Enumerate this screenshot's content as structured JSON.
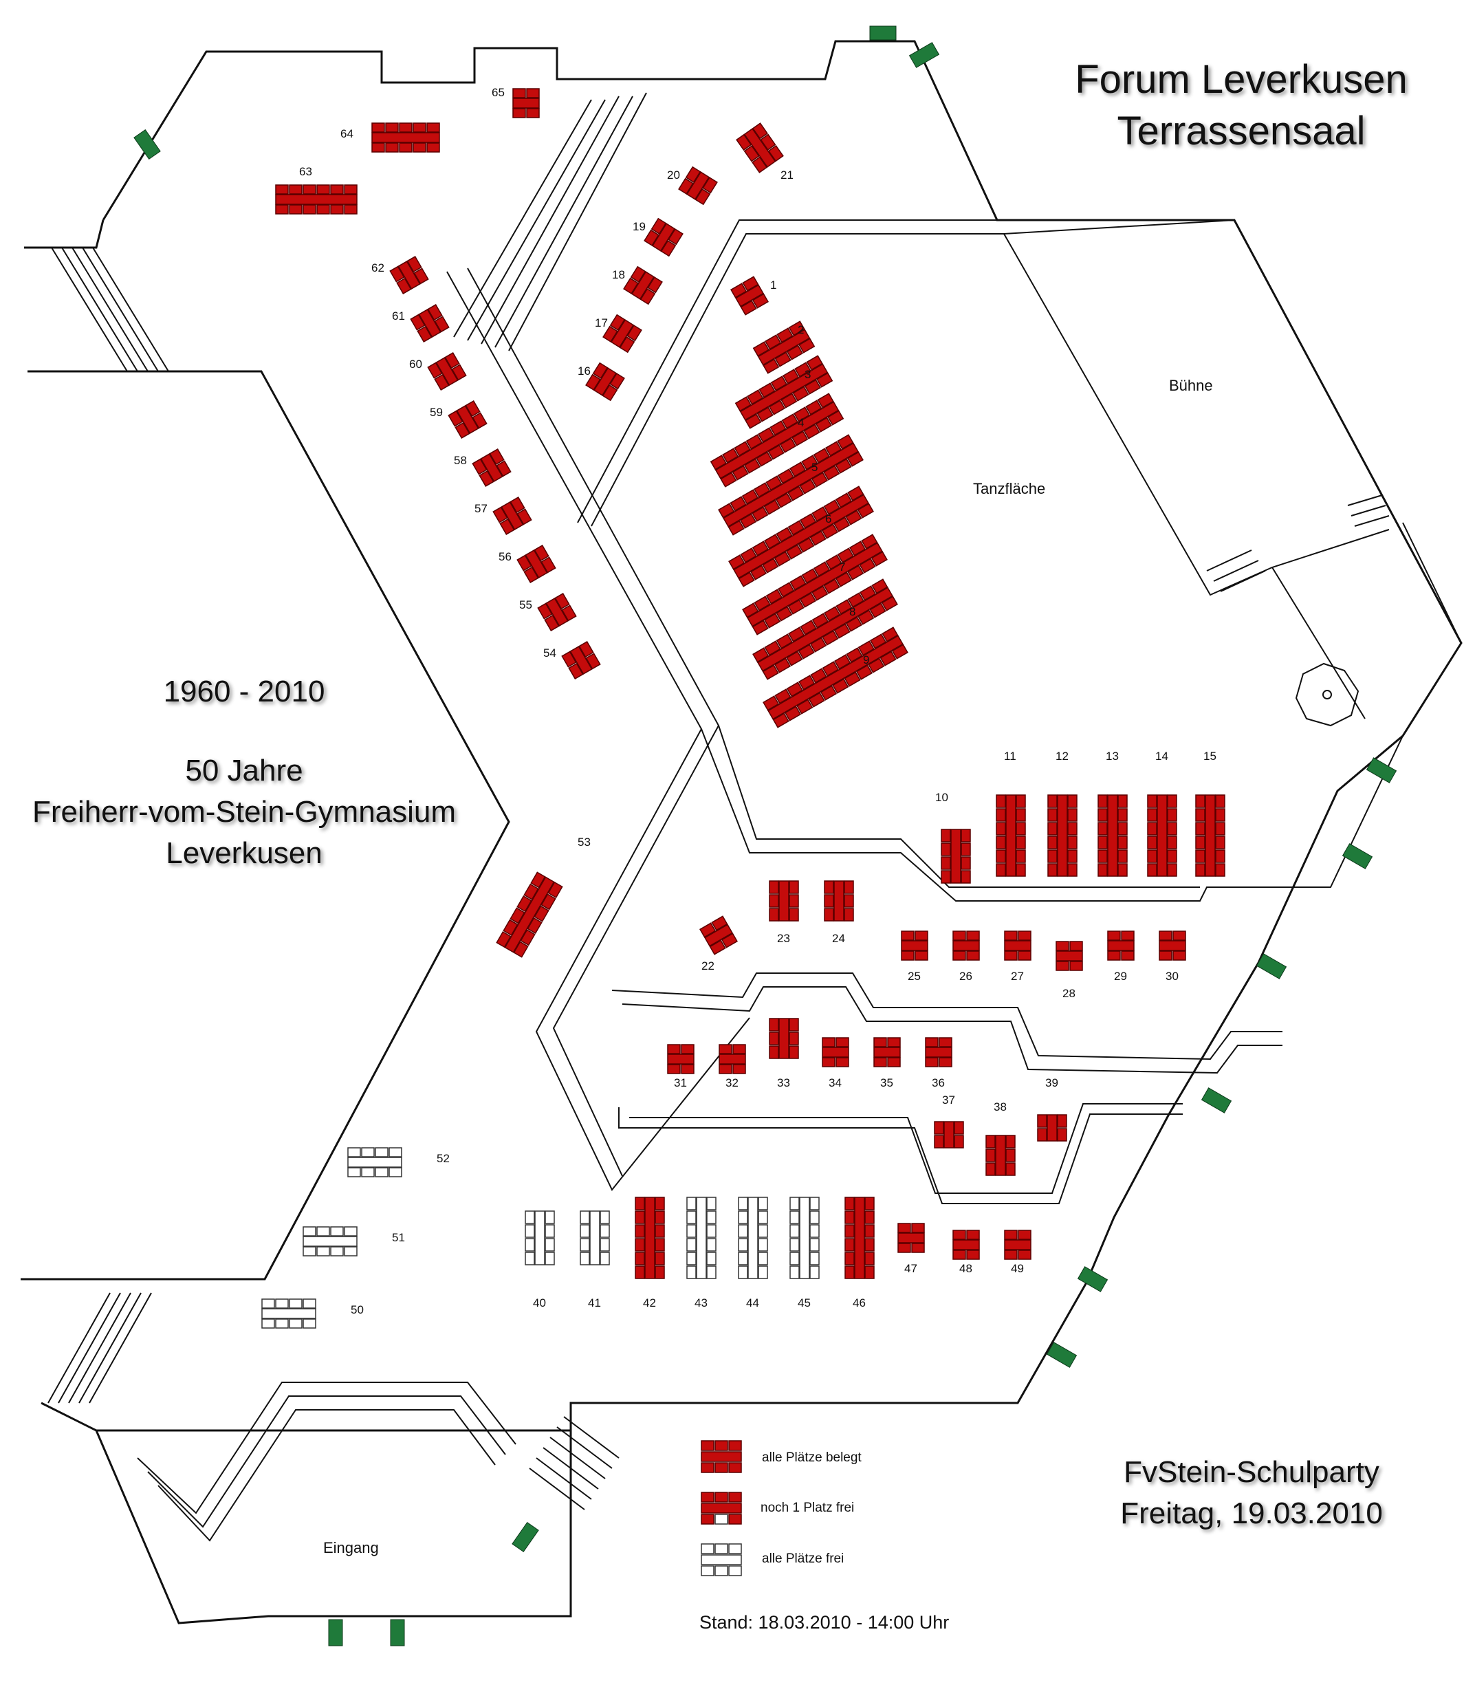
{
  "title_line1": "Forum Leverkusen",
  "title_line2": "Terrassensaal",
  "anniversary": {
    "years": "1960 - 2010",
    "line1": "50 Jahre",
    "line2": "Freiherr-vom-Stein-Gymnasium",
    "line3": "Leverkusen"
  },
  "event": {
    "name": "FvStein-Schulparty",
    "date": "Freitag, 19.03.2010"
  },
  "rooms": {
    "stage": "Bühne",
    "dance_floor": "Tanzfläche",
    "entrance": "Eingang",
    "forum_marker": "Forum"
  },
  "legend": {
    "all_taken": "alle Plätze belegt",
    "one_free": "noch 1 Platz frei",
    "all_free": "alle Plätze frei"
  },
  "status": "Stand: 18.03.2010 - 14:00 Uhr",
  "colors": {
    "occupied": "#c40b0b",
    "free": "#ffffff",
    "exit_sign": "#1f7a3a"
  },
  "table_numbers": [
    "1",
    "2",
    "3",
    "4",
    "5",
    "6",
    "7",
    "8",
    "9",
    "10",
    "11",
    "12",
    "13",
    "14",
    "15",
    "16",
    "17",
    "18",
    "19",
    "20",
    "21",
    "22",
    "23",
    "24",
    "25",
    "26",
    "27",
    "28",
    "29",
    "30",
    "31",
    "32",
    "33",
    "34",
    "35",
    "36",
    "37",
    "38",
    "39",
    "40",
    "41",
    "42",
    "43",
    "44",
    "45",
    "46",
    "47",
    "48",
    "49",
    "50",
    "51",
    "52",
    "53",
    "54",
    "55",
    "56",
    "57",
    "58",
    "59",
    "60",
    "61",
    "62",
    "63",
    "64",
    "65"
  ]
}
